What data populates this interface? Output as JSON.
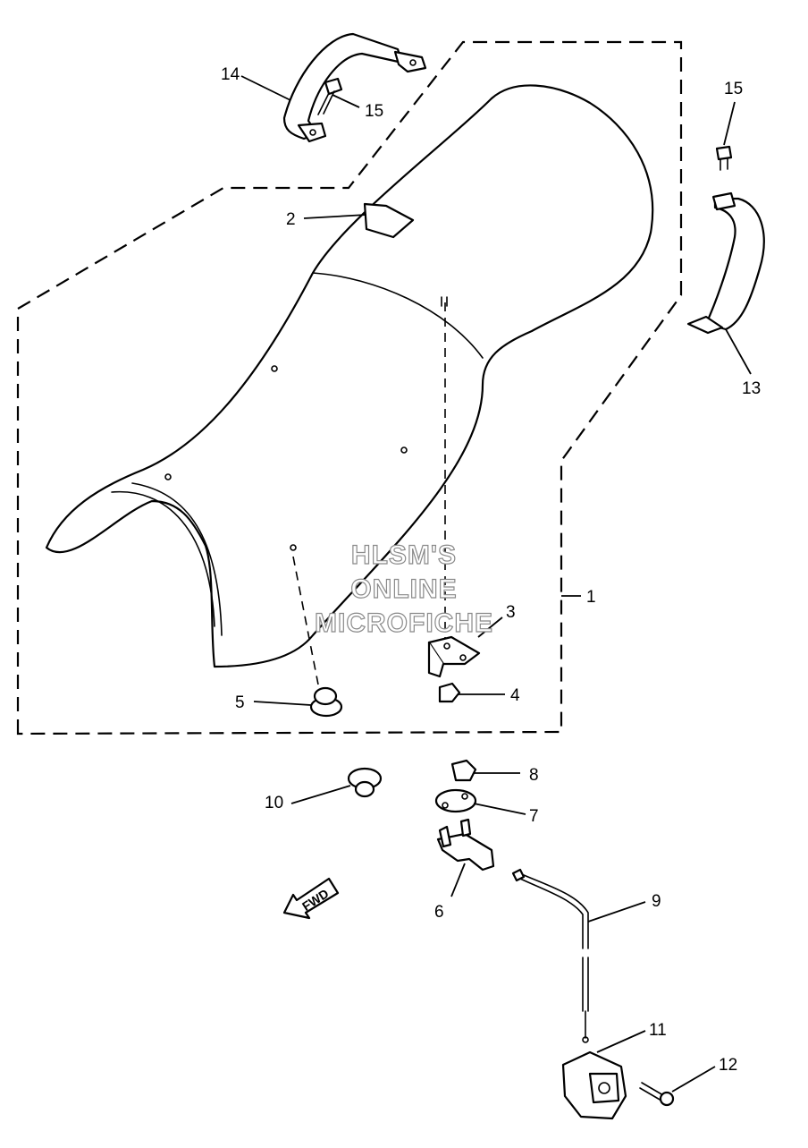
{
  "callouts": {
    "c1": "1",
    "c2": "2",
    "c3": "3",
    "c4": "4",
    "c5": "5",
    "c6": "6",
    "c7": "7",
    "c8": "8",
    "c9": "9",
    "c10": "10",
    "c11": "11",
    "c12": "12",
    "c13": "13",
    "c14": "14",
    "c15a": "15",
    "c15b": "15"
  },
  "watermark": {
    "line1": "HLSM'S",
    "line2": "ONLINE",
    "line3": "MICROFICHE"
  },
  "fwd_label": "FWD"
}
